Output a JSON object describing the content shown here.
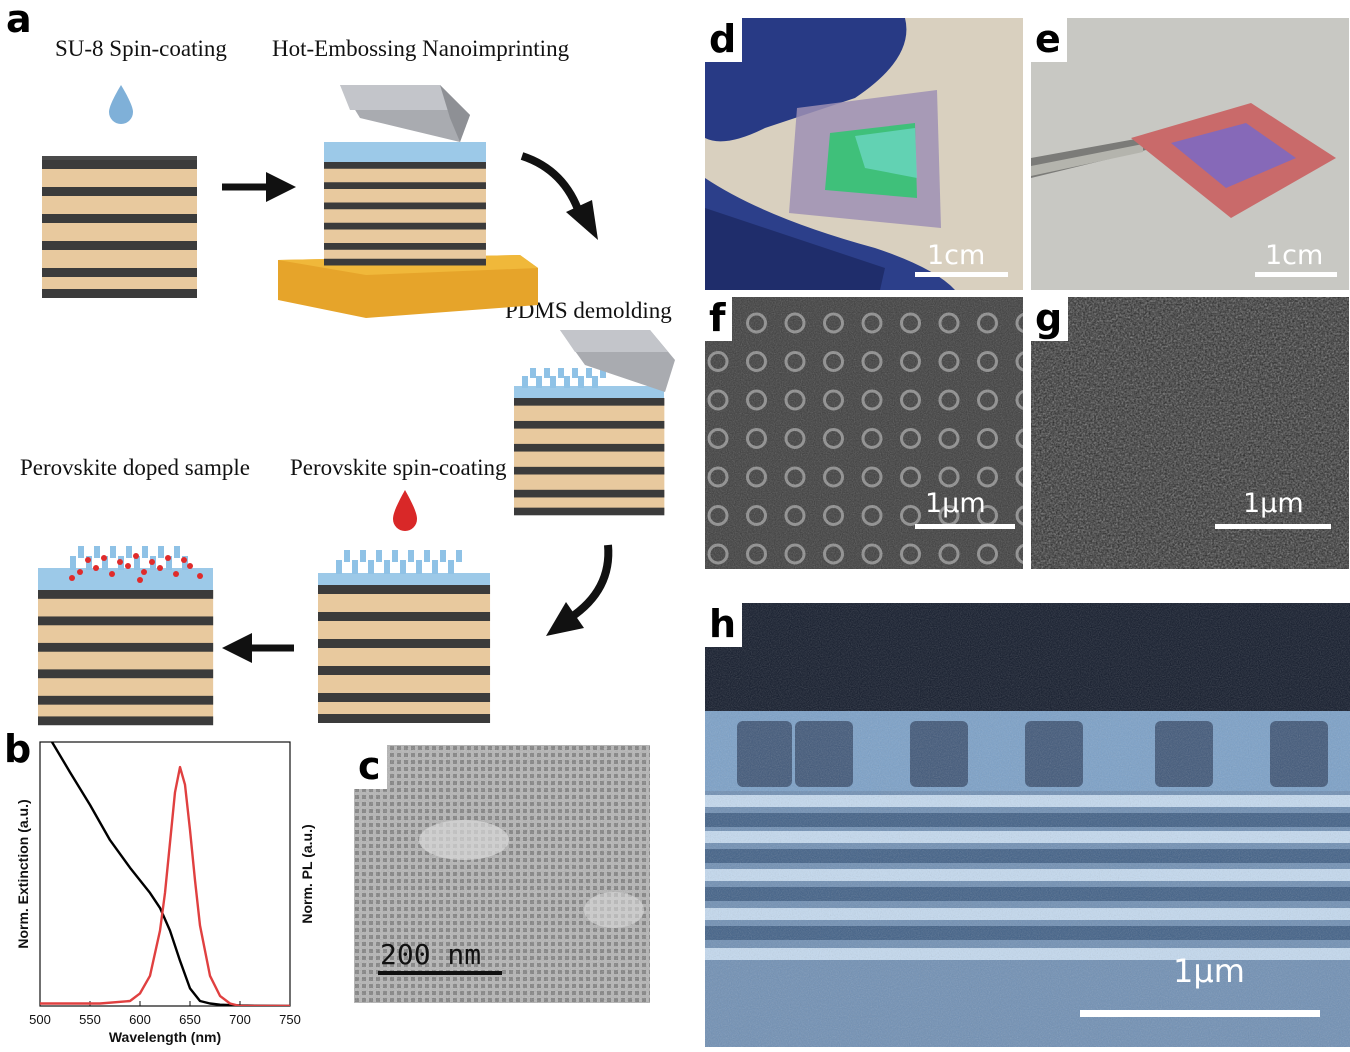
{
  "panels": {
    "a": {
      "label": "a",
      "steps": [
        "SU-8 Spin-coating",
        "Hot-Embossing Nanoimprinting",
        "PDMS demolding",
        "Perovskite spin-coating",
        "Perovskite doped sample"
      ]
    },
    "b": {
      "label": "b"
    },
    "c": {
      "label": "c",
      "scale": "200 nm"
    },
    "d": {
      "label": "d",
      "scale": "1cm"
    },
    "e": {
      "label": "e",
      "scale": "1cm"
    },
    "f": {
      "label": "f",
      "scale": "1μm"
    },
    "g": {
      "label": "g",
      "scale": "1μm"
    },
    "h": {
      "label": "h",
      "scale": "1μm"
    }
  },
  "colors": {
    "tan": "#e8c99e",
    "dark_layer": "#3b3b3b",
    "su8_blue": "#9cc9e8",
    "stamp_gray": "#a9abb0",
    "gold": "#e6a42a",
    "perovskite_red": "#e02b2b",
    "pl_curve": "#e04040",
    "ext_curve": "#000000"
  },
  "chart_data": {
    "type": "line",
    "xlabel": "Wavelength (nm)",
    "ylabel": "Norm. Extinction (a.u.)",
    "y2label": "Norm. PL (a.u.)",
    "xlim": [
      500,
      750
    ],
    "ylim": [
      0,
      1.05
    ],
    "xticks": [
      "500",
      "550",
      "600",
      "650",
      "700",
      "750"
    ],
    "series": [
      {
        "role": "extinction",
        "color": "#000000",
        "x": [
          512,
          530,
          550,
          570,
          590,
          610,
          620,
          630,
          640,
          650,
          660,
          670,
          680,
          700,
          750
        ],
        "y": [
          1.05,
          0.93,
          0.8,
          0.66,
          0.55,
          0.45,
          0.39,
          0.3,
          0.18,
          0.07,
          0.02,
          0.01,
          0.005,
          0.002,
          0.0
        ]
      },
      {
        "role": "pl",
        "color": "#e04040",
        "x": [
          500,
          520,
          560,
          590,
          600,
          610,
          620,
          625,
          630,
          635,
          640,
          645,
          650,
          655,
          660,
          670,
          680,
          690,
          700,
          750
        ],
        "y": [
          0.01,
          0.01,
          0.01,
          0.02,
          0.05,
          0.12,
          0.3,
          0.45,
          0.65,
          0.85,
          0.95,
          0.88,
          0.7,
          0.5,
          0.32,
          0.12,
          0.04,
          0.01,
          0.0,
          0.0
        ]
      }
    ]
  }
}
